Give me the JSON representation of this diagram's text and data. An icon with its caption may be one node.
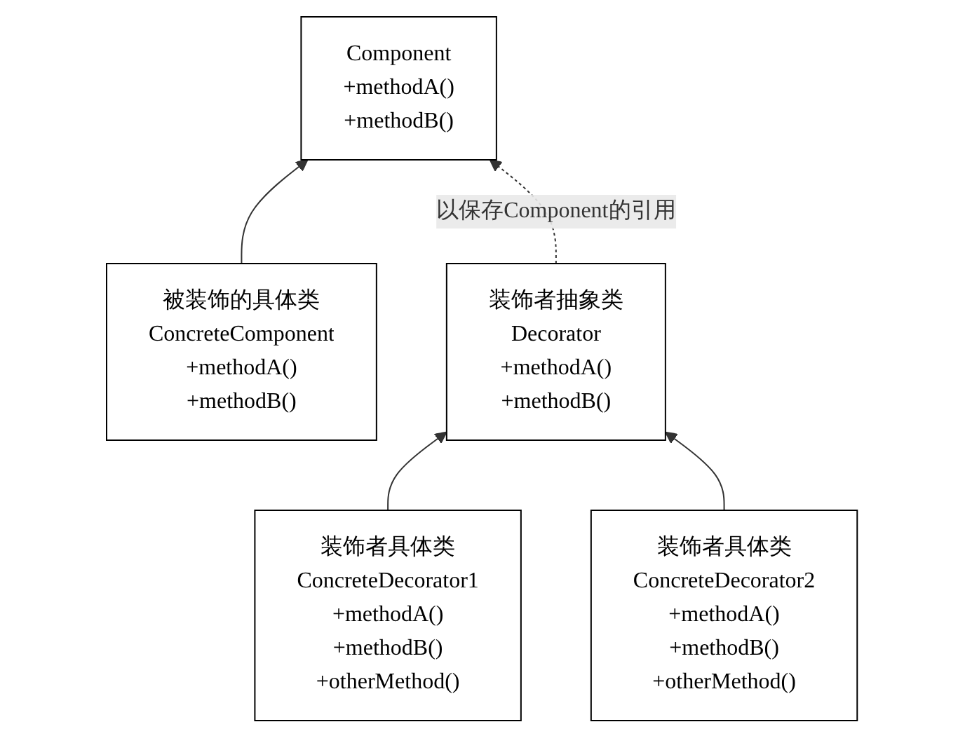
{
  "diagram": {
    "nodes": [
      {
        "text": [
          "Component",
          "+methodA()",
          "+methodB()"
        ]
      },
      {
        "text": [
          "被装饰的具体类",
          "ConcreteComponent",
          "+methodA()",
          "+methodB()"
        ]
      },
      {
        "text": [
          "装饰者抽象类",
          "Decorator",
          "+methodA()",
          "+methodB()"
        ]
      },
      {
        "text": [
          "装饰者具体类",
          "ConcreteDecorator1",
          "+methodA()",
          "+methodB()",
          "+otherMethod()"
        ]
      },
      {
        "text": [
          "装饰者具体类",
          "ConcreteDecorator2",
          "+methodA()",
          "+methodB()",
          "+otherMethod()"
        ]
      }
    ],
    "edges": [
      {
        "from": 1,
        "to": 0,
        "arrow": "to"
      },
      {
        "from": 2,
        "to": 0,
        "arrow": "to",
        "style": "dashed",
        "label": "以保存Component的引用"
      },
      {
        "from": 3,
        "to": 2,
        "arrow": "to"
      },
      {
        "from": 4,
        "to": 2,
        "arrow": "to"
      }
    ]
  }
}
